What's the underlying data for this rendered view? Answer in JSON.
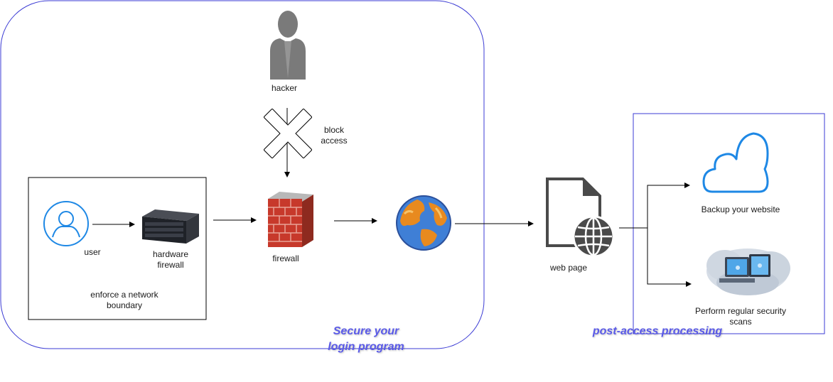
{
  "groups": {
    "secure": {
      "title_line1": "Secure your",
      "title_line2": "login program"
    },
    "post": {
      "title": "post-access processing"
    }
  },
  "nodes": {
    "hacker": "hacker",
    "block": {
      "line1": "block",
      "line2": "access"
    },
    "user": "user",
    "hardware_firewall": {
      "line1": "hardware",
      "line2": "firewall"
    },
    "boundary": {
      "line1": "enforce a network",
      "line2": "boundary"
    },
    "firewall": "firewall",
    "web_page": "web page",
    "backup": "Backup your website",
    "scan": {
      "line1": "Perform regular security",
      "line2": "scans"
    }
  },
  "colors": {
    "group_border": "#3b3bd4",
    "group_title": "#5a5ae8",
    "user_icon": "#1e88e5",
    "cloud_icon": "#1e88e5"
  },
  "icons": [
    "hacker-silhouette-icon",
    "block-x-icon",
    "user-icon",
    "hardware-firewall-icon",
    "brick-firewall-icon",
    "globe-icon",
    "web-page-icon",
    "cloud-icon",
    "security-scan-icon"
  ]
}
